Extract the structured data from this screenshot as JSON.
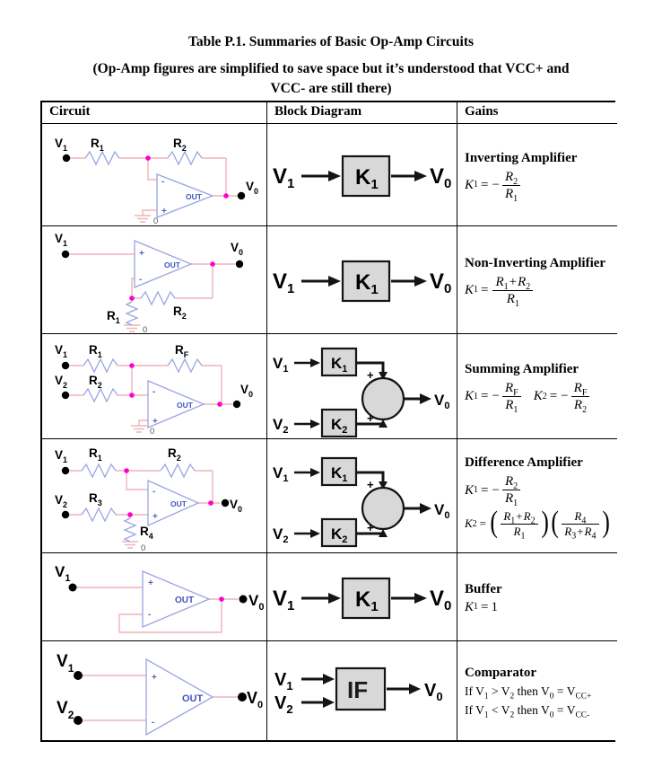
{
  "page": {
    "title": "Table P.1. Summaries of Basic Op-Amp Circuits",
    "subtitle1": "(Op-Amp figures are simplified to save space but it’s understood that VCC+ and",
    "subtitle2": "VCC- are still there)"
  },
  "header": {
    "circuit": "Circuit",
    "block": "Block Diagram",
    "gains": "Gains"
  },
  "sym": {
    "out": "OUT",
    "gnd": "0",
    "plus": "+",
    "minus": "-"
  },
  "lab": {
    "V1t": "V",
    "V1s": "1",
    "V2t": "V",
    "V2s": "2",
    "V0t": "V",
    "V0s": "0",
    "R1t": "R",
    "R1s": "1",
    "R2t": "R",
    "R2s": "2",
    "R3t": "R",
    "R3s": "3",
    "R4t": "R",
    "R4s": "4",
    "RFt": "R",
    "RFs": "F",
    "K1t": "K",
    "K1s": "1",
    "K2t": "K",
    "K2s": "2",
    "IF": "IF"
  },
  "math": {
    "eq": "=",
    "minus": "−",
    "plus": "+",
    "one": "1",
    "lp": "(",
    "rp": ")"
  },
  "gains": {
    "r1": {
      "name": "Inverting Amplifier"
    },
    "r2": {
      "name": "Non-Inverting Amplifier"
    },
    "r3": {
      "name": "Summing Amplifier"
    },
    "r4": {
      "name": "Difference Amplifier"
    },
    "r5": {
      "name": "Buffer"
    },
    "r6": {
      "name": "Comparator",
      "if_": "If",
      "then_": "then",
      "gt": ">",
      "lt": "<",
      "ccp": "CC+",
      "ccm": "CC-"
    }
  }
}
